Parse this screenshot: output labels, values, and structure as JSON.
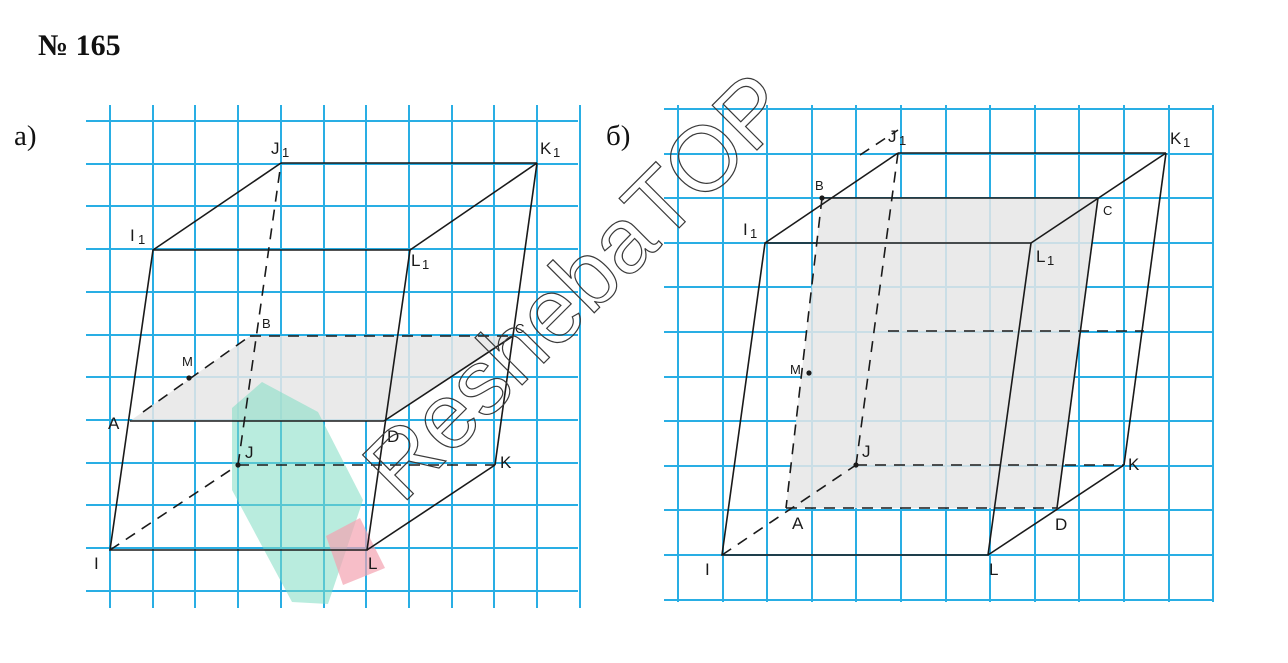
{
  "title": "№ 165",
  "panels": [
    {
      "id": "a",
      "label": "а)"
    },
    {
      "id": "b",
      "label": "б)"
    }
  ],
  "vertex_labels": {
    "a": {
      "I": "I",
      "L": "L",
      "K": "K",
      "J": "J",
      "I1": "I",
      "L1": "L",
      "K1": "K",
      "J1": "J",
      "sub": "1",
      "A": "A",
      "B": "B",
      "C": "C",
      "D": "D",
      "M": "M"
    },
    "b": {
      "I": "I",
      "L": "L",
      "K": "K",
      "J": "J",
      "I1": "I",
      "L1": "L",
      "K1": "K",
      "J1": "J",
      "sub": "1",
      "A": "A",
      "B": "B",
      "C": "C",
      "D": "D",
      "M": "M"
    }
  },
  "watermark": {
    "text": "ReshebaTOP",
    "colors": {
      "teal": "#7fdcc3",
      "pink": "#f4a3b1"
    }
  },
  "colors": {
    "grid": "#29aee4",
    "edge": "#1a1a1a",
    "section": "#e6e6e6"
  }
}
